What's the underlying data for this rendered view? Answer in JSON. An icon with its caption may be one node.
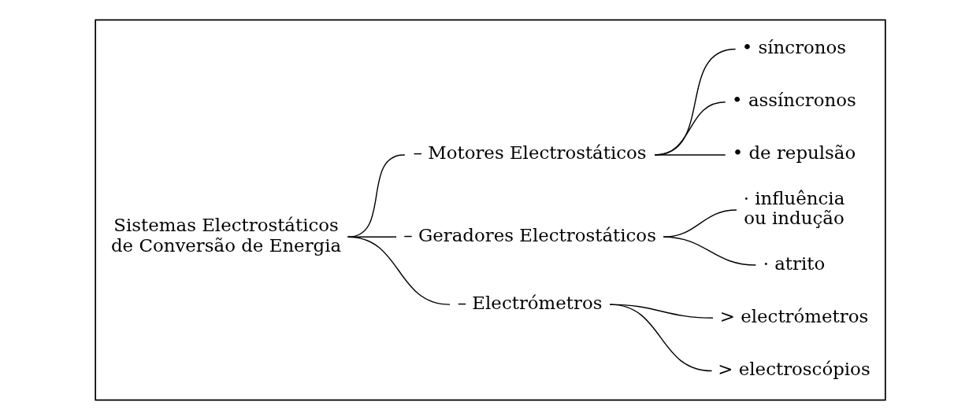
{
  "diagram": {
    "nodes": [
      {
        "text": [],
        "shape": "box"
      },
      {
        "text": [
          "Sistemas Electrostáticos de Conversão de Energia"
        ],
        "in": 0
      },
      {
        "text": [
          "– Electrómetros"
        ],
        "in": 0
      },
      {
        "text": [
          "> electroscópios"
        ],
        "in": 0
      },
      {
        "text": [
          "> electrómetros"
        ],
        "in": 0
      },
      {
        "text": [
          "– Geradores Electrostáticos"
        ],
        "in": 0
      },
      {
        "text": [
          "· atrito"
        ],
        "in": 0
      },
      {
        "text": [
          "· influência ou indução"
        ],
        "in": 0
      },
      {
        "text": [
          "– Motores Electrostáticos"
        ],
        "in": 0
      },
      {
        "text": [
          "• de repulsão"
        ],
        "in": 0
      },
      {
        "text": [
          "• assíncronos"
        ],
        "in": 0
      },
      {
        "text": [
          "• síncronos"
        ],
        "in": 0
      }
    ],
    "edges": [
      {
        "from": 1,
        "to": 2,
        "arrow": "none"
      },
      {
        "from": 1,
        "to": 5,
        "arrow": "none"
      },
      {
        "from": 1,
        "to": 8,
        "arrow": "none"
      },
      {
        "from": 2,
        "to": 3,
        "arrow": "none"
      },
      {
        "from": 2,
        "to": 4,
        "arrow": "none"
      },
      {
        "from": 5,
        "to": 6,
        "arrow": "none"
      },
      {
        "from": 5,
        "to": 7,
        "arrow": "none"
      },
      {
        "from": 8,
        "to": 9,
        "arrow": "none"
      },
      {
        "from": 8,
        "to": 10,
        "arrow": "none"
      },
      {
        "from": 8,
        "to": 11,
        "arrow": "none"
      }
    ]
  }
}
